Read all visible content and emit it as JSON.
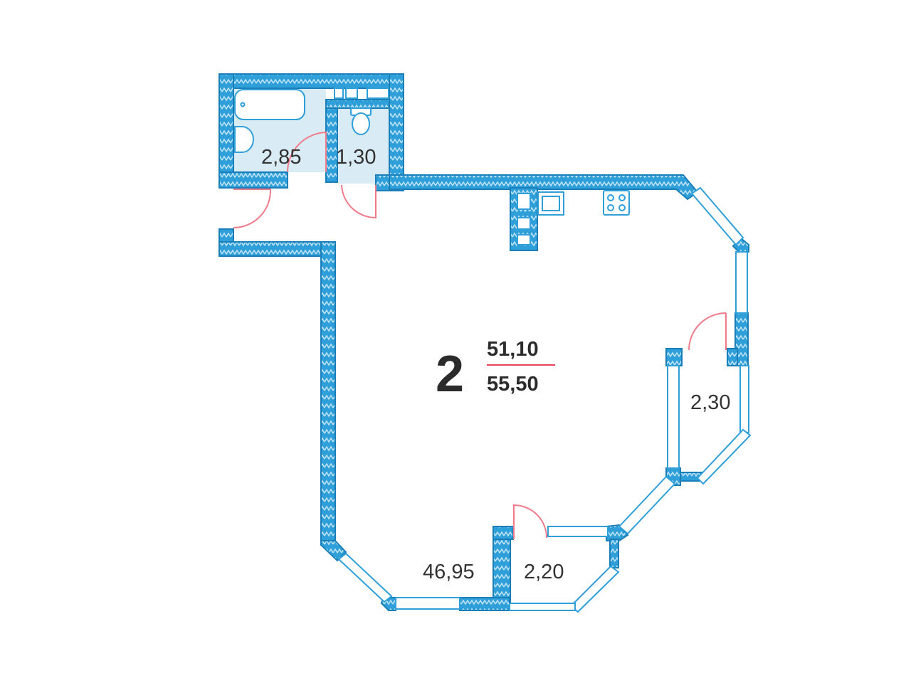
{
  "plan": {
    "rooms_count": "2",
    "living_area": "51,10",
    "total_area": "55,50",
    "rooms": {
      "main_room_area": "46,95",
      "bathroom_area": "2,85",
      "toilet_area": "1,30",
      "balcony_east_area": "2,30",
      "balcony_south_area": "2,20"
    }
  },
  "colors": {
    "wall": "#2e9fd8",
    "wall_dark": "#1a7fb8",
    "wet_zone": "#d9ebf5",
    "door": "#f07a8a",
    "separator": "#e8455a",
    "text": "#333333"
  }
}
